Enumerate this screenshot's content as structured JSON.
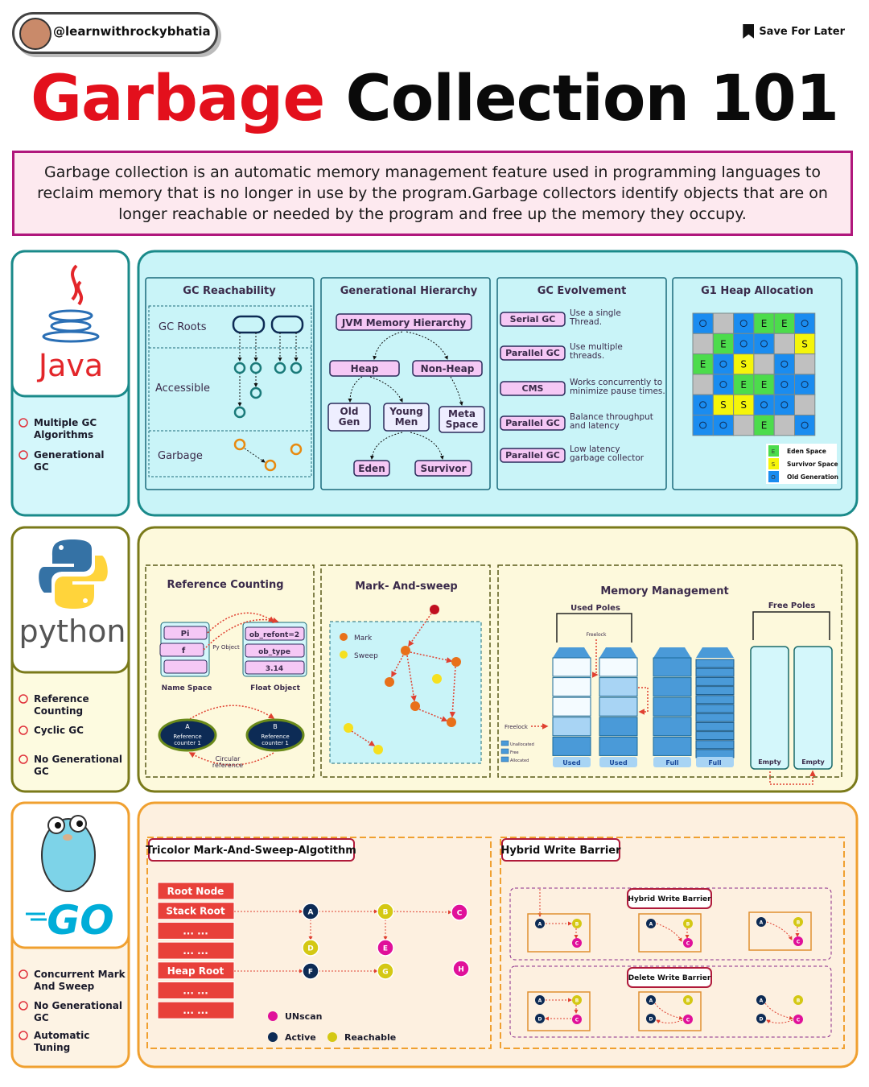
{
  "header": {
    "handle": "@learnwithrockybhatia",
    "save_label": "Save For Later"
  },
  "title": {
    "part1": "Garbage",
    "part2": "Collection 101"
  },
  "intro": "Garbage collection is an automatic memory management feature used in programming languages to reclaim memory that is no longer in use by the program.Garbage collectors identify objects that are on longer reachable or needed by the program and free up the memory they occupy.",
  "colors": {
    "java": "#1a8a8a",
    "python": "#7a7a1a",
    "go": "#f0a030",
    "intro_border": "#b0177c",
    "title_red": "#e3101c"
  },
  "java": {
    "logo_text": "Java",
    "bullets": [
      [
        "Multiple  GC",
        "Algorithms"
      ],
      [
        "Generational",
        "GC"
      ]
    ],
    "reachability": {
      "title": "GC Reachability",
      "roots": "GC Roots",
      "accessible": "Accessible",
      "garbage": "Garbage"
    },
    "generational": {
      "title": "Generational Hierarchy",
      "jvm": "JVM Memory Hierarchy",
      "heap": "Heap",
      "nonheap": "Non-Heap",
      "old": [
        "Old",
        "Gen"
      ],
      "young": [
        "Young",
        "Men"
      ],
      "meta": [
        "Meta",
        "Space"
      ],
      "eden": "Eden",
      "survivor": "Survivor"
    },
    "evolvement": {
      "title": "GC Evolvement",
      "rows": [
        {
          "name": "Serial GC",
          "desc": [
            "Use a single",
            "Thread."
          ]
        },
        {
          "name": "Parallel GC",
          "desc": [
            "Use multiple",
            "threads."
          ]
        },
        {
          "name": "CMS",
          "desc": [
            "Works concurrently to",
            "minimize pause times."
          ]
        },
        {
          "name": "Parallel GC",
          "desc": [
            "Balance throughput",
            "and latency"
          ]
        },
        {
          "name": "Parallel GC",
          "desc": [
            "Low latency",
            "garbage collector"
          ]
        }
      ]
    },
    "g1": {
      "title": "G1 Heap Allocation",
      "grid": [
        [
          "O",
          "",
          "O",
          "E",
          "E",
          "O"
        ],
        [
          "",
          "E",
          "O",
          "O",
          "",
          "S"
        ],
        [
          "E",
          "O",
          "S",
          "",
          "O",
          ""
        ],
        [
          "",
          "O",
          "E",
          "E",
          "O",
          "O"
        ],
        [
          "O",
          "S",
          "S",
          "O",
          "O",
          ""
        ],
        [
          "O",
          "O",
          "",
          "E",
          "",
          "O"
        ]
      ],
      "legend": [
        {
          "key": "E",
          "label": "Eden Space",
          "color": "#4cdc4c"
        },
        {
          "key": "S",
          "label": "Survivor Space",
          "color": "#f5f50a"
        },
        {
          "key": "O",
          "label": "Old Generation",
          "color": "#1a8cf0"
        }
      ],
      "empty_color": "#c0c0c0"
    }
  },
  "python": {
    "logo_text": "python",
    "bullets": [
      [
        "Reference",
        "Counting"
      ],
      [
        "Cyclic GC"
      ],
      [
        "No  Generational",
        "GC"
      ]
    ],
    "refcount": {
      "title": "Reference Counting",
      "ns": [
        "Pi",
        "f",
        ""
      ],
      "float": [
        "ob_refont=2",
        "ob_type",
        "3.14"
      ],
      "pyobject": "Py Object",
      "ns_label": "Name Space",
      "float_label": "Float Object",
      "a": "A",
      "b": "B",
      "counter": [
        "Reference",
        "counter 1"
      ],
      "circular": [
        "Circular",
        "reference"
      ]
    },
    "marksweep": {
      "title": "Mark- And-sweep",
      "mark": "Mark",
      "sweep": "Sweep"
    },
    "memory": {
      "title": "Memory Management",
      "used_poles": "Used Poles",
      "free_poles": "Free Poles",
      "freelock": "Freelock",
      "columns": [
        "Used",
        "Used",
        "Full",
        "Full",
        "Empty",
        "Empty"
      ],
      "legend": [
        "Unallocated",
        "Free",
        "Allocated"
      ]
    }
  },
  "go": {
    "logo_text": "GO",
    "bullets": [
      [
        "Concurrent  Mark",
        "And Sweep"
      ],
      [
        "No  Generational",
        "GC"
      ],
      [
        "Automatic",
        "Tuning"
      ]
    ],
    "tricolor": {
      "title": "Tricolor Mark-And-Sweep-Algotithm",
      "boxes": [
        "Root Node",
        "Stack Root",
        "... ...",
        "... ...",
        "Heap Root",
        "... ...",
        "... ..."
      ],
      "nodes": [
        "A",
        "B",
        "C",
        "D",
        "E",
        "F",
        "G",
        "H"
      ],
      "legend": [
        {
          "label": "UNscan",
          "color": "#e0109a"
        },
        {
          "label": "Active",
          "color": "#0d2b55"
        },
        {
          "label": "Reachable",
          "color": "#d4c814"
        }
      ]
    },
    "hybrid": {
      "title": "Hybrid Write Barrier",
      "sub1": "Hybrid Write Barrier",
      "sub2": "Delete Write Barrier"
    }
  }
}
